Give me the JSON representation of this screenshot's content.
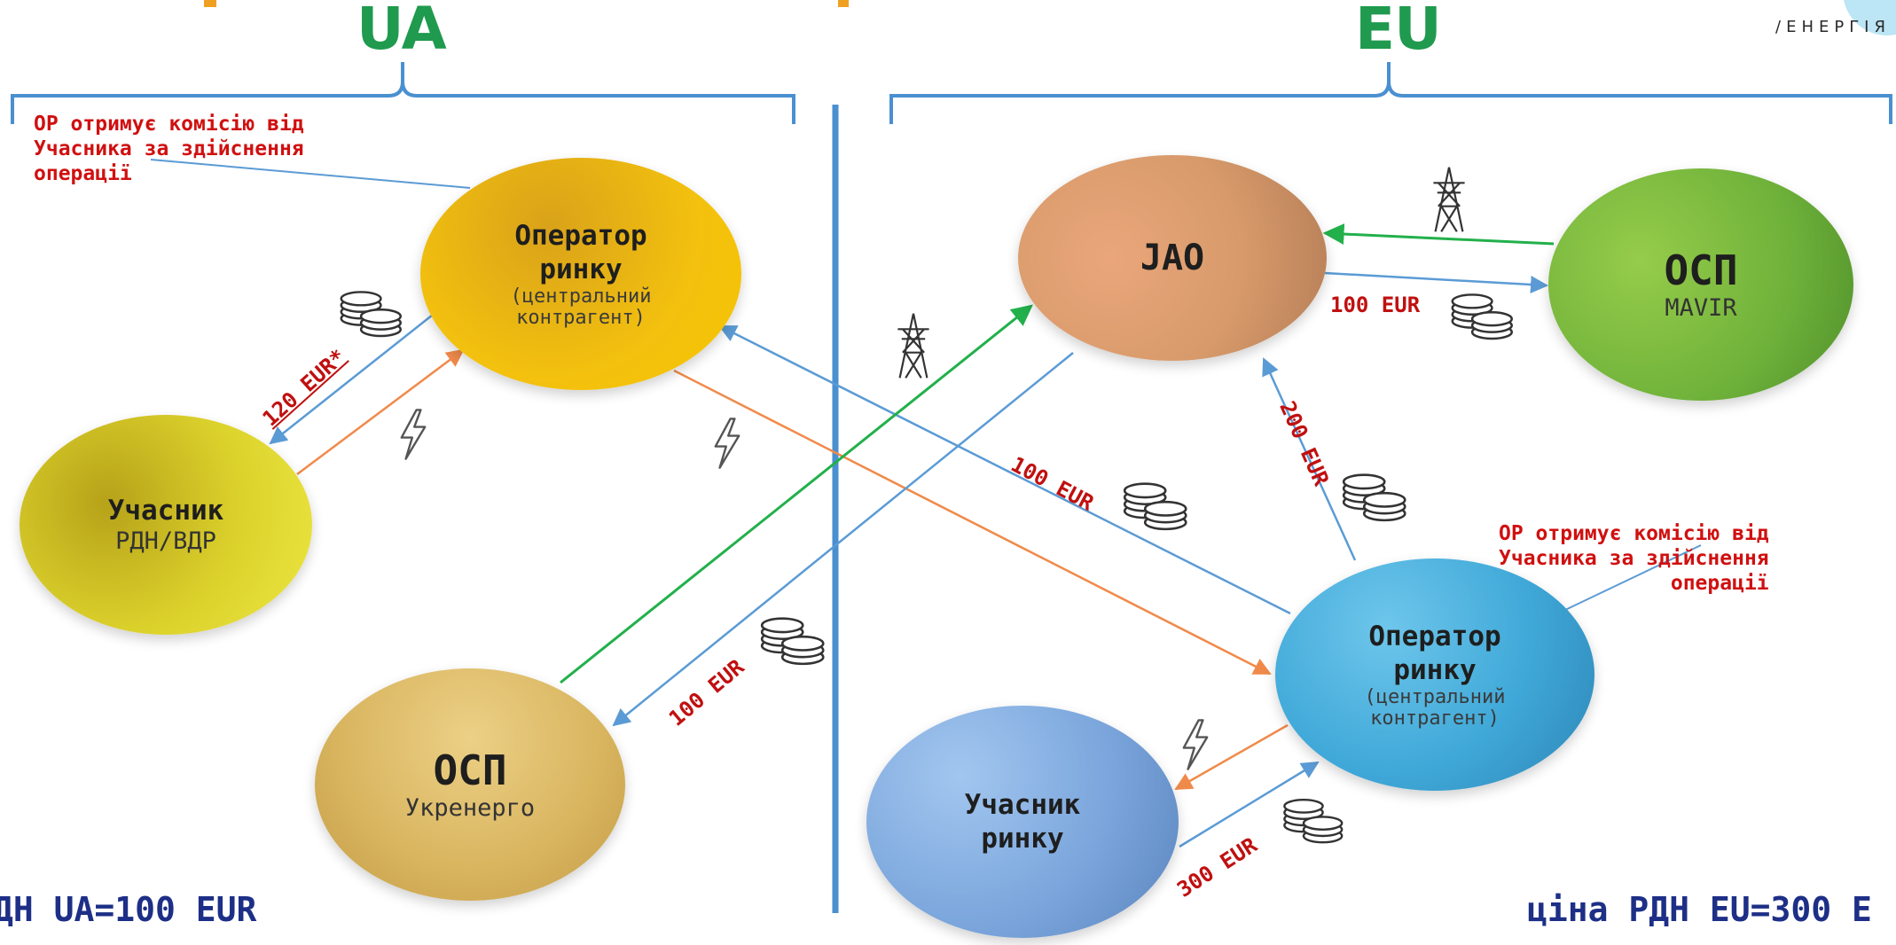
{
  "header": {
    "ua_label": "UA",
    "eu_label": "EU",
    "brand_text": "/ЕНЕРГІЯ"
  },
  "colors": {
    "bracket": "#4a90d0",
    "divider": "#4a8fd0",
    "arrow_blue": "#5b9bd5",
    "arrow_orange": "#f08a4a",
    "arrow_green": "#22b04b",
    "note_red": "#d01010",
    "price_navy": "#1d2f86"
  },
  "notes": {
    "ua_commission": "ОР отримує комісію від\nУчасника за здійснення\nоперації",
    "eu_commission": "ОР отримує комісію від\nУчасника за здійснення\nоперації"
  },
  "nodes": {
    "ua_market_operator": {
      "title_line1": "Оператор",
      "title_line2": "ринку",
      "subtitle_line1": "(центральний",
      "subtitle_line2": "контрагент)"
    },
    "ua_participant": {
      "title": "Учасник",
      "subtitle": "РДН/ВДР"
    },
    "ua_tso": {
      "title": "ОСП",
      "subtitle": "Укренерго"
    },
    "jao": {
      "title": "JAO"
    },
    "eu_tso": {
      "title": "ОСП",
      "subtitle": "MAVIR"
    },
    "eu_market_operator": {
      "title_line1": "Оператор",
      "title_line2": "ринку",
      "subtitle_line1": "(центральний",
      "subtitle_line2": "контрагент)"
    },
    "eu_participant": {
      "title_line1": "Учасник",
      "title_line2": "ринку"
    }
  },
  "amounts": {
    "ua_participant_payment": "120 EUR*",
    "ua_tso_payment": "100 EUR",
    "jao_to_mavir": "100 EUR",
    "eu_op_to_jao": "200 EUR",
    "jao_to_ua_op": "100 EUR",
    "eu_participant_payment": "300 EUR"
  },
  "icons": [
    "coins-icon",
    "lightning-icon",
    "power-pylon-icon"
  ],
  "prices": {
    "ua_price": "ДН UA=100 EUR",
    "eu_price": "ціна РДН EU=300 E"
  }
}
